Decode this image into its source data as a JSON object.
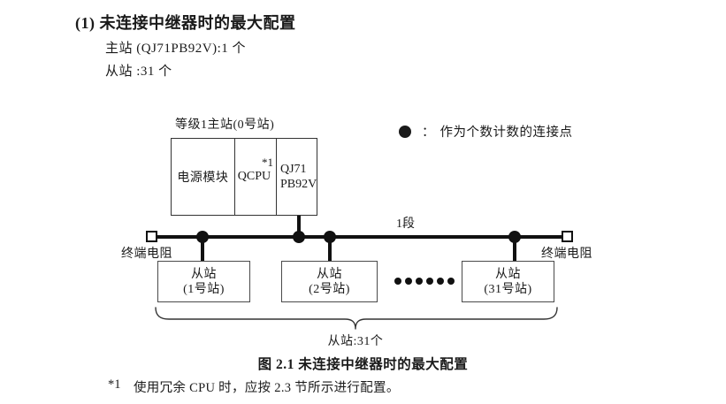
{
  "colors": {
    "ink": "#1a1a1a",
    "line": "#111111",
    "box_border": "#333333",
    "slave_border": "#4a4a4a",
    "background": "#ffffff"
  },
  "header": {
    "heading": "(1) 未连接中继器时的最大配置",
    "line_master": "主站 (QJ71PB92V):1 个",
    "line_slaves": "从站 :31 个"
  },
  "legend": {
    "symbol": "connection-dot",
    "separator": "：",
    "label": "作为个数计数的连接点"
  },
  "diagram": {
    "master_station_label": "等级1主站(0号站)",
    "master_modules": {
      "power": "电源模块",
      "cpu": "QCPU",
      "cpu_footnote_ref": "*1",
      "interface_line1": "QJ71",
      "interface_line2": "PB92V"
    },
    "segment_label": "1段",
    "terminator_left_label": "终端电阻",
    "terminator_right_label": "终端电阻",
    "slaves": [
      {
        "line1": "从站",
        "line2": "(1号站)"
      },
      {
        "line1": "从站",
        "line2": "(2号站)"
      },
      {
        "line1": "从站",
        "line2": "(31号站)"
      }
    ],
    "brace_label": "从站:31个"
  },
  "caption": "图 2.1 未连接中继器时的最大配置",
  "footnote": {
    "marker": "*1",
    "text": "使用冗余 CPU 时，应按 2.3 节所示进行配置。"
  }
}
